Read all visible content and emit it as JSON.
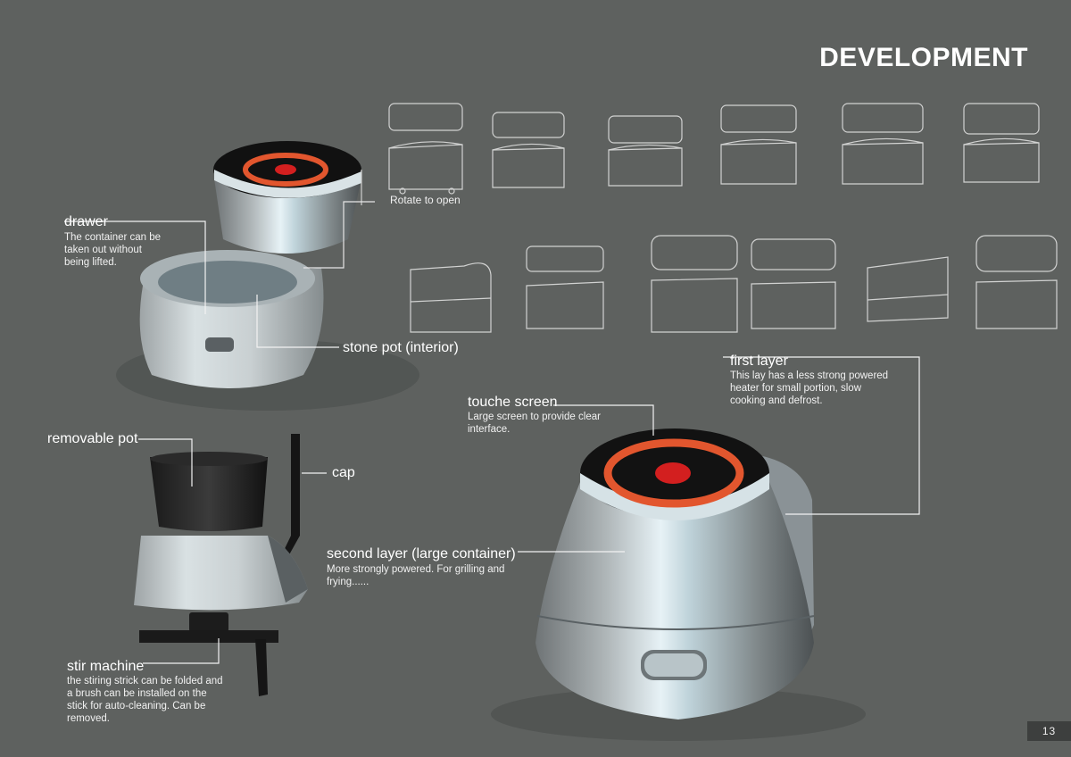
{
  "title": "DEVELOPMENT",
  "page_number": "13",
  "rotate_note": "Rotate to open",
  "annotations": {
    "drawer": {
      "label": "drawer",
      "description": [
        "The container can be",
        "taken out without",
        "being lifted."
      ]
    },
    "stone_pot": {
      "label": "stone pot (interior)"
    },
    "removable_pot": {
      "label": "removable pot"
    },
    "cap": {
      "label": "cap"
    },
    "stir_machine": {
      "label": "stir machine",
      "description": [
        "the stiring strick can be folded and",
        "a brush can be installed on the",
        "stick for auto-cleaning. Can be",
        "removed."
      ]
    },
    "touch_screen": {
      "label": "touche screen",
      "description": [
        "Large screen to provide clear",
        "interface."
      ]
    },
    "first_layer": {
      "label": "first layer",
      "description": [
        "This lay has a less strong powered",
        "heater for small portion, slow",
        "cooking and defrost."
      ]
    },
    "second_layer": {
      "label": "second layer (large container)",
      "description": [
        "More strongly powered. For grilling and",
        "frying......"
      ]
    }
  },
  "colors": {
    "background": "#5e615f",
    "accent_ring": "#e2562e",
    "button_red": "#d31f1f",
    "sketch_line": "#e8e8e8"
  },
  "icons": [
    "rice-cooker-render",
    "sketch-thumbnail"
  ]
}
